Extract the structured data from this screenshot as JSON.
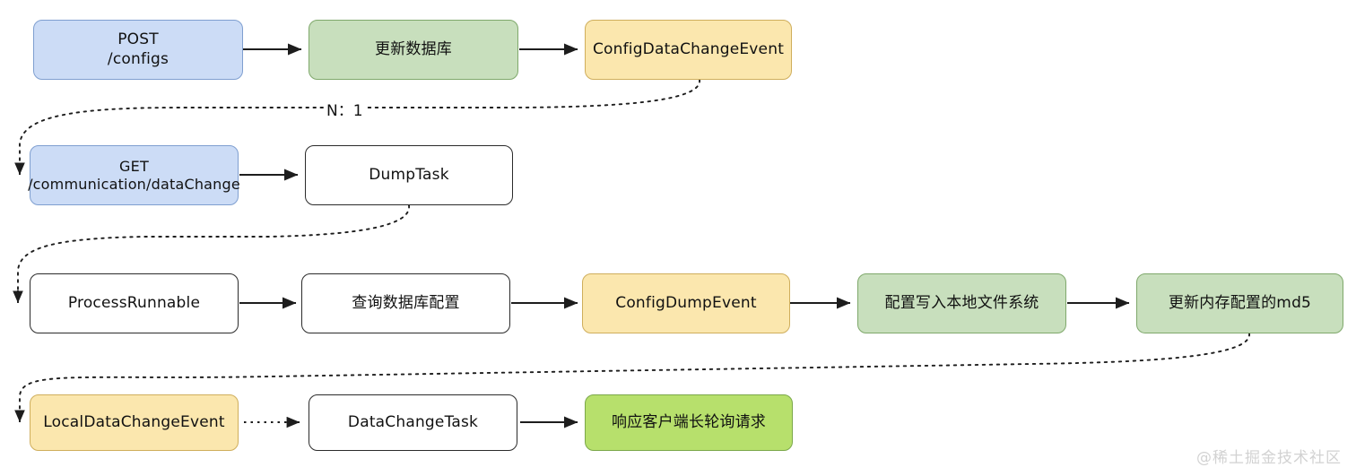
{
  "diagram": {
    "title": "Nacos config change flow",
    "background": "#ffffff",
    "colors": {
      "blue": "#ccdcf6",
      "green": "#c8dfbd",
      "yellow": "#fbe7ae",
      "lime": "#b7e06c",
      "white": "#ffffff",
      "stroke": "#2b2b2b",
      "watermark": "#d2d2d2"
    },
    "nodes": [
      {
        "id": "post_configs",
        "label": "POST\n/configs",
        "style": "blue"
      },
      {
        "id": "update_db",
        "label": "更新数据库",
        "style": "green"
      },
      {
        "id": "config_data_change",
        "label": "ConfigDataChangeEvent",
        "style": "yellow"
      },
      {
        "id": "get_datachange",
        "label": "GET\n/communication/dataChange",
        "style": "blue"
      },
      {
        "id": "dump_task",
        "label": "DumpTask",
        "style": "white"
      },
      {
        "id": "process_runnable",
        "label": "ProcessRunnable",
        "style": "white"
      },
      {
        "id": "query_db_config",
        "label": "查询数据库配置",
        "style": "white"
      },
      {
        "id": "config_dump_event",
        "label": "ConfigDumpEvent",
        "style": "yellow"
      },
      {
        "id": "write_local_fs",
        "label": "配置写入本地文件系统",
        "style": "green"
      },
      {
        "id": "update_md5",
        "label": "更新内存配置的md5",
        "style": "green"
      },
      {
        "id": "local_data_change",
        "label": "LocalDataChangeEvent",
        "style": "yellow"
      },
      {
        "id": "data_change_task",
        "label": "DataChangeTask",
        "style": "white"
      },
      {
        "id": "respond_longpoll",
        "label": "响应客户端长轮询请求",
        "style": "lime"
      }
    ],
    "edges": [
      {
        "from": "post_configs",
        "to": "update_db",
        "style": "solid"
      },
      {
        "from": "update_db",
        "to": "config_data_change",
        "style": "solid"
      },
      {
        "from": "config_data_change",
        "to": "get_datachange",
        "style": "dotted",
        "label": "N：1"
      },
      {
        "from": "get_datachange",
        "to": "dump_task",
        "style": "solid"
      },
      {
        "from": "dump_task",
        "to": "process_runnable",
        "style": "dotted"
      },
      {
        "from": "process_runnable",
        "to": "query_db_config",
        "style": "solid"
      },
      {
        "from": "query_db_config",
        "to": "config_dump_event",
        "style": "solid"
      },
      {
        "from": "config_dump_event",
        "to": "write_local_fs",
        "style": "solid"
      },
      {
        "from": "write_local_fs",
        "to": "update_md5",
        "style": "solid"
      },
      {
        "from": "update_md5",
        "to": "local_data_change",
        "style": "dotted"
      },
      {
        "from": "local_data_change",
        "to": "data_change_task",
        "style": "dotted"
      },
      {
        "from": "data_change_task",
        "to": "respond_longpoll",
        "style": "solid"
      }
    ],
    "edge_labels": {
      "n_to_1": "N：1"
    },
    "watermark": "@稀土掘金技术社区"
  }
}
